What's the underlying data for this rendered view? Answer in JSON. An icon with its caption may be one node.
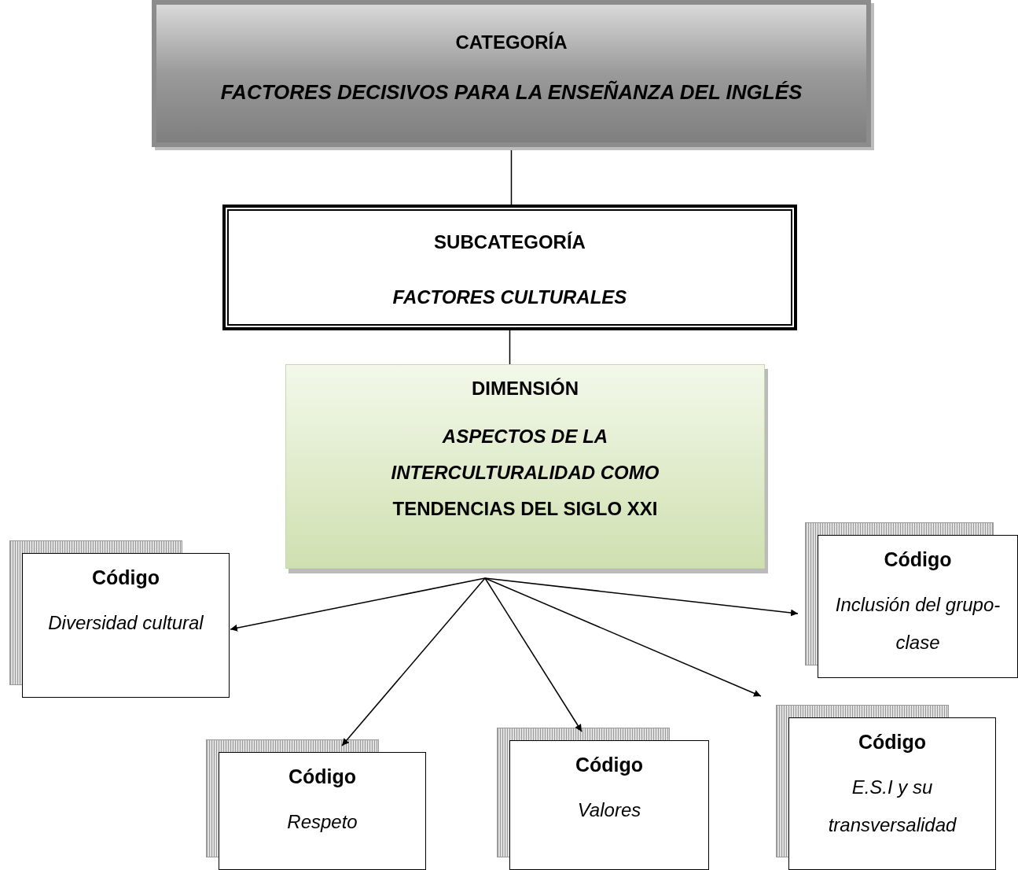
{
  "diagram": {
    "nodes": [
      {
        "text": [
          "CATEGORÍA",
          "FACTORES DECISIVOS PARA LA ENSEÑANZA DEL INGLÉS"
        ]
      },
      {
        "text": [
          "SUBCATEGORÍA",
          "FACTORES CULTURALES"
        ]
      },
      {
        "text": [
          "DIMENSIÓN",
          "*ASPECTOS DE LA INTERCULTURALIDAD COMO* TENDENCIAS DEL SIGLO XXI"
        ]
      },
      {
        "text": [
          "Código",
          "Diversidad cultural"
        ]
      },
      {
        "text": [
          "Código",
          "Inclusión del grupo-clase"
        ]
      },
      {
        "text": [
          "Código",
          "Respeto"
        ]
      },
      {
        "text": [
          "Código",
          "Valores"
        ]
      },
      {
        "text": [
          "Código",
          "E.S.I  y su transversalidad"
        ]
      }
    ],
    "edges": [
      {
        "from": 0,
        "to": 1,
        "arrow": "none"
      },
      {
        "from": 1,
        "to": 2,
        "arrow": "none"
      },
      {
        "from": 2,
        "to": 3,
        "arrow": "to"
      },
      {
        "from": 2,
        "to": 4,
        "arrow": "to"
      },
      {
        "from": 2,
        "to": 5,
        "arrow": "to"
      },
      {
        "from": 2,
        "to": 6,
        "arrow": "to"
      },
      {
        "from": 2,
        "to": 7,
        "arrow": "to"
      }
    ]
  }
}
